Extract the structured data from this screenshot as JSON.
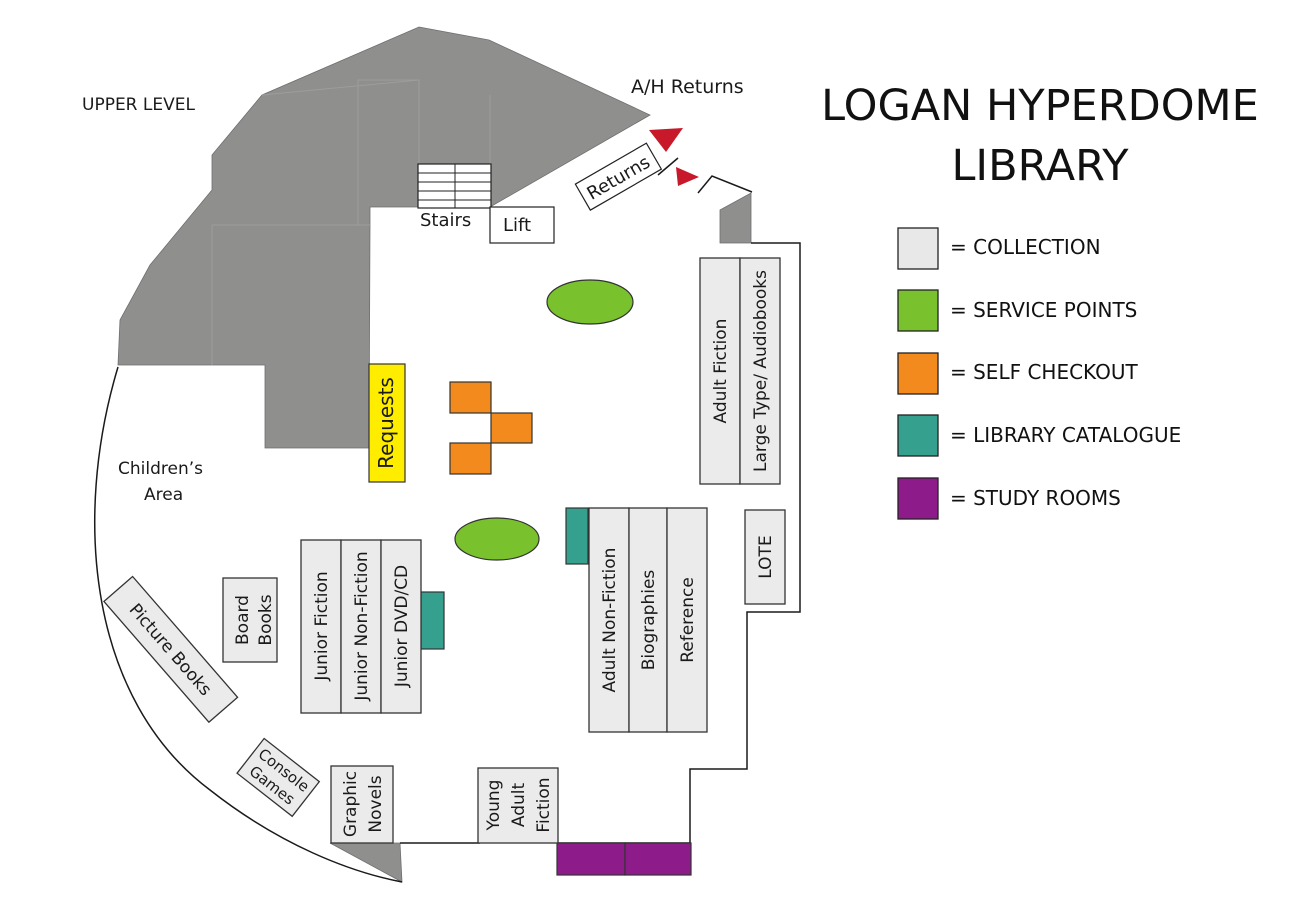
{
  "title": {
    "line1": "LOGAN HYPERDOME",
    "line2": "LIBRARY"
  },
  "level_label": "UPPER LEVEL",
  "ah_returns": "A/H Returns",
  "colors": {
    "collection": "#e8e8e8",
    "service_points": "#79c12d",
    "self_checkout": "#f28a1d",
    "library_catalogue": "#36a08f",
    "study_rooms": "#8e1b8a",
    "requests": "#ffed00",
    "building_mass": "#8f8f8e",
    "returns_arrow": "#c8192b"
  },
  "legend": [
    {
      "key": "collection",
      "label": "= COLLECTION"
    },
    {
      "key": "service_points",
      "label": "= SERVICE POINTS"
    },
    {
      "key": "self_checkout",
      "label": "= SELF CHECKOUT"
    },
    {
      "key": "library_catalogue",
      "label": "= LIBRARY CATALOGUE"
    },
    {
      "key": "study_rooms",
      "label": "= STUDY ROOMS"
    }
  ],
  "areas": {
    "stairs": "Stairs",
    "lift": "Lift",
    "returns": "Returns",
    "requests": "Requests",
    "childrens_area_1": "Children’s",
    "childrens_area_2": "Area"
  },
  "collections": {
    "adult_fiction": "Adult Fiction",
    "large_type": "Large Type/ Audiobooks",
    "lote": "LOTE",
    "adult_non_fiction": "Adult Non-Fiction",
    "biographies": "Biographies",
    "reference": "Reference",
    "junior_fiction": "Junior Fiction",
    "junior_non_fiction": "Junior Non-Fiction",
    "junior_dvd_cd": "Junior DVD/CD",
    "board_books_1": "Board",
    "board_books_2": "Books",
    "picture_books": "Picture Books",
    "console_games_1": "Console",
    "console_games_2": "Games",
    "graphic_novels_1": "Graphic",
    "graphic_novels_2": "Novels",
    "young_adult_1": "Young",
    "young_adult_2": "Adult",
    "young_adult_3": "Fiction"
  }
}
